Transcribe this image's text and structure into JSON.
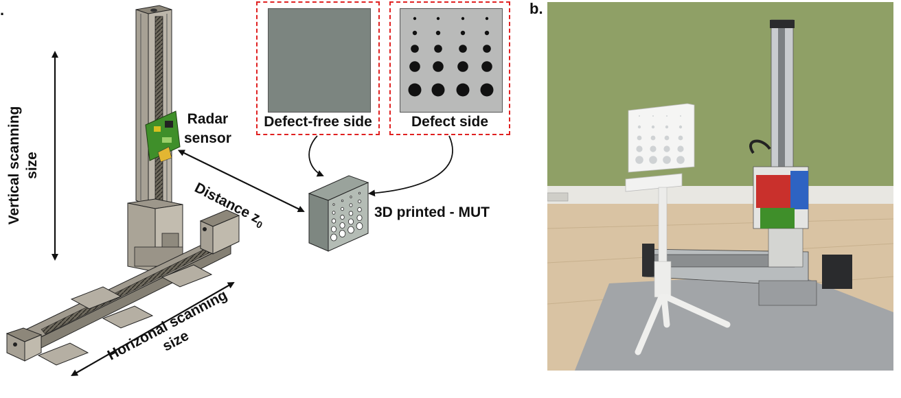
{
  "panels": {
    "a_letter": ".",
    "b_letter": "b."
  },
  "labels": {
    "radar_sensor": [
      "Radar",
      "sensor"
    ],
    "vertical_scanning": [
      "Vertical scanning",
      "size"
    ],
    "horizontal_scanning": [
      "Horizonal scanning",
      "size"
    ],
    "distance": "Distance z",
    "distance_sub": "0",
    "mut": "3D printed - MUT"
  },
  "samples": {
    "defect_free": "Defect-free side",
    "defect": "Defect side"
  },
  "colors": {
    "frame_red": "#e02020",
    "plate_gray": "#7c8580",
    "defect_plate": "#b9bab9",
    "wall_green": "#8fa066",
    "board_red": "#c9302c",
    "radar_green": "#3f8f2a"
  }
}
